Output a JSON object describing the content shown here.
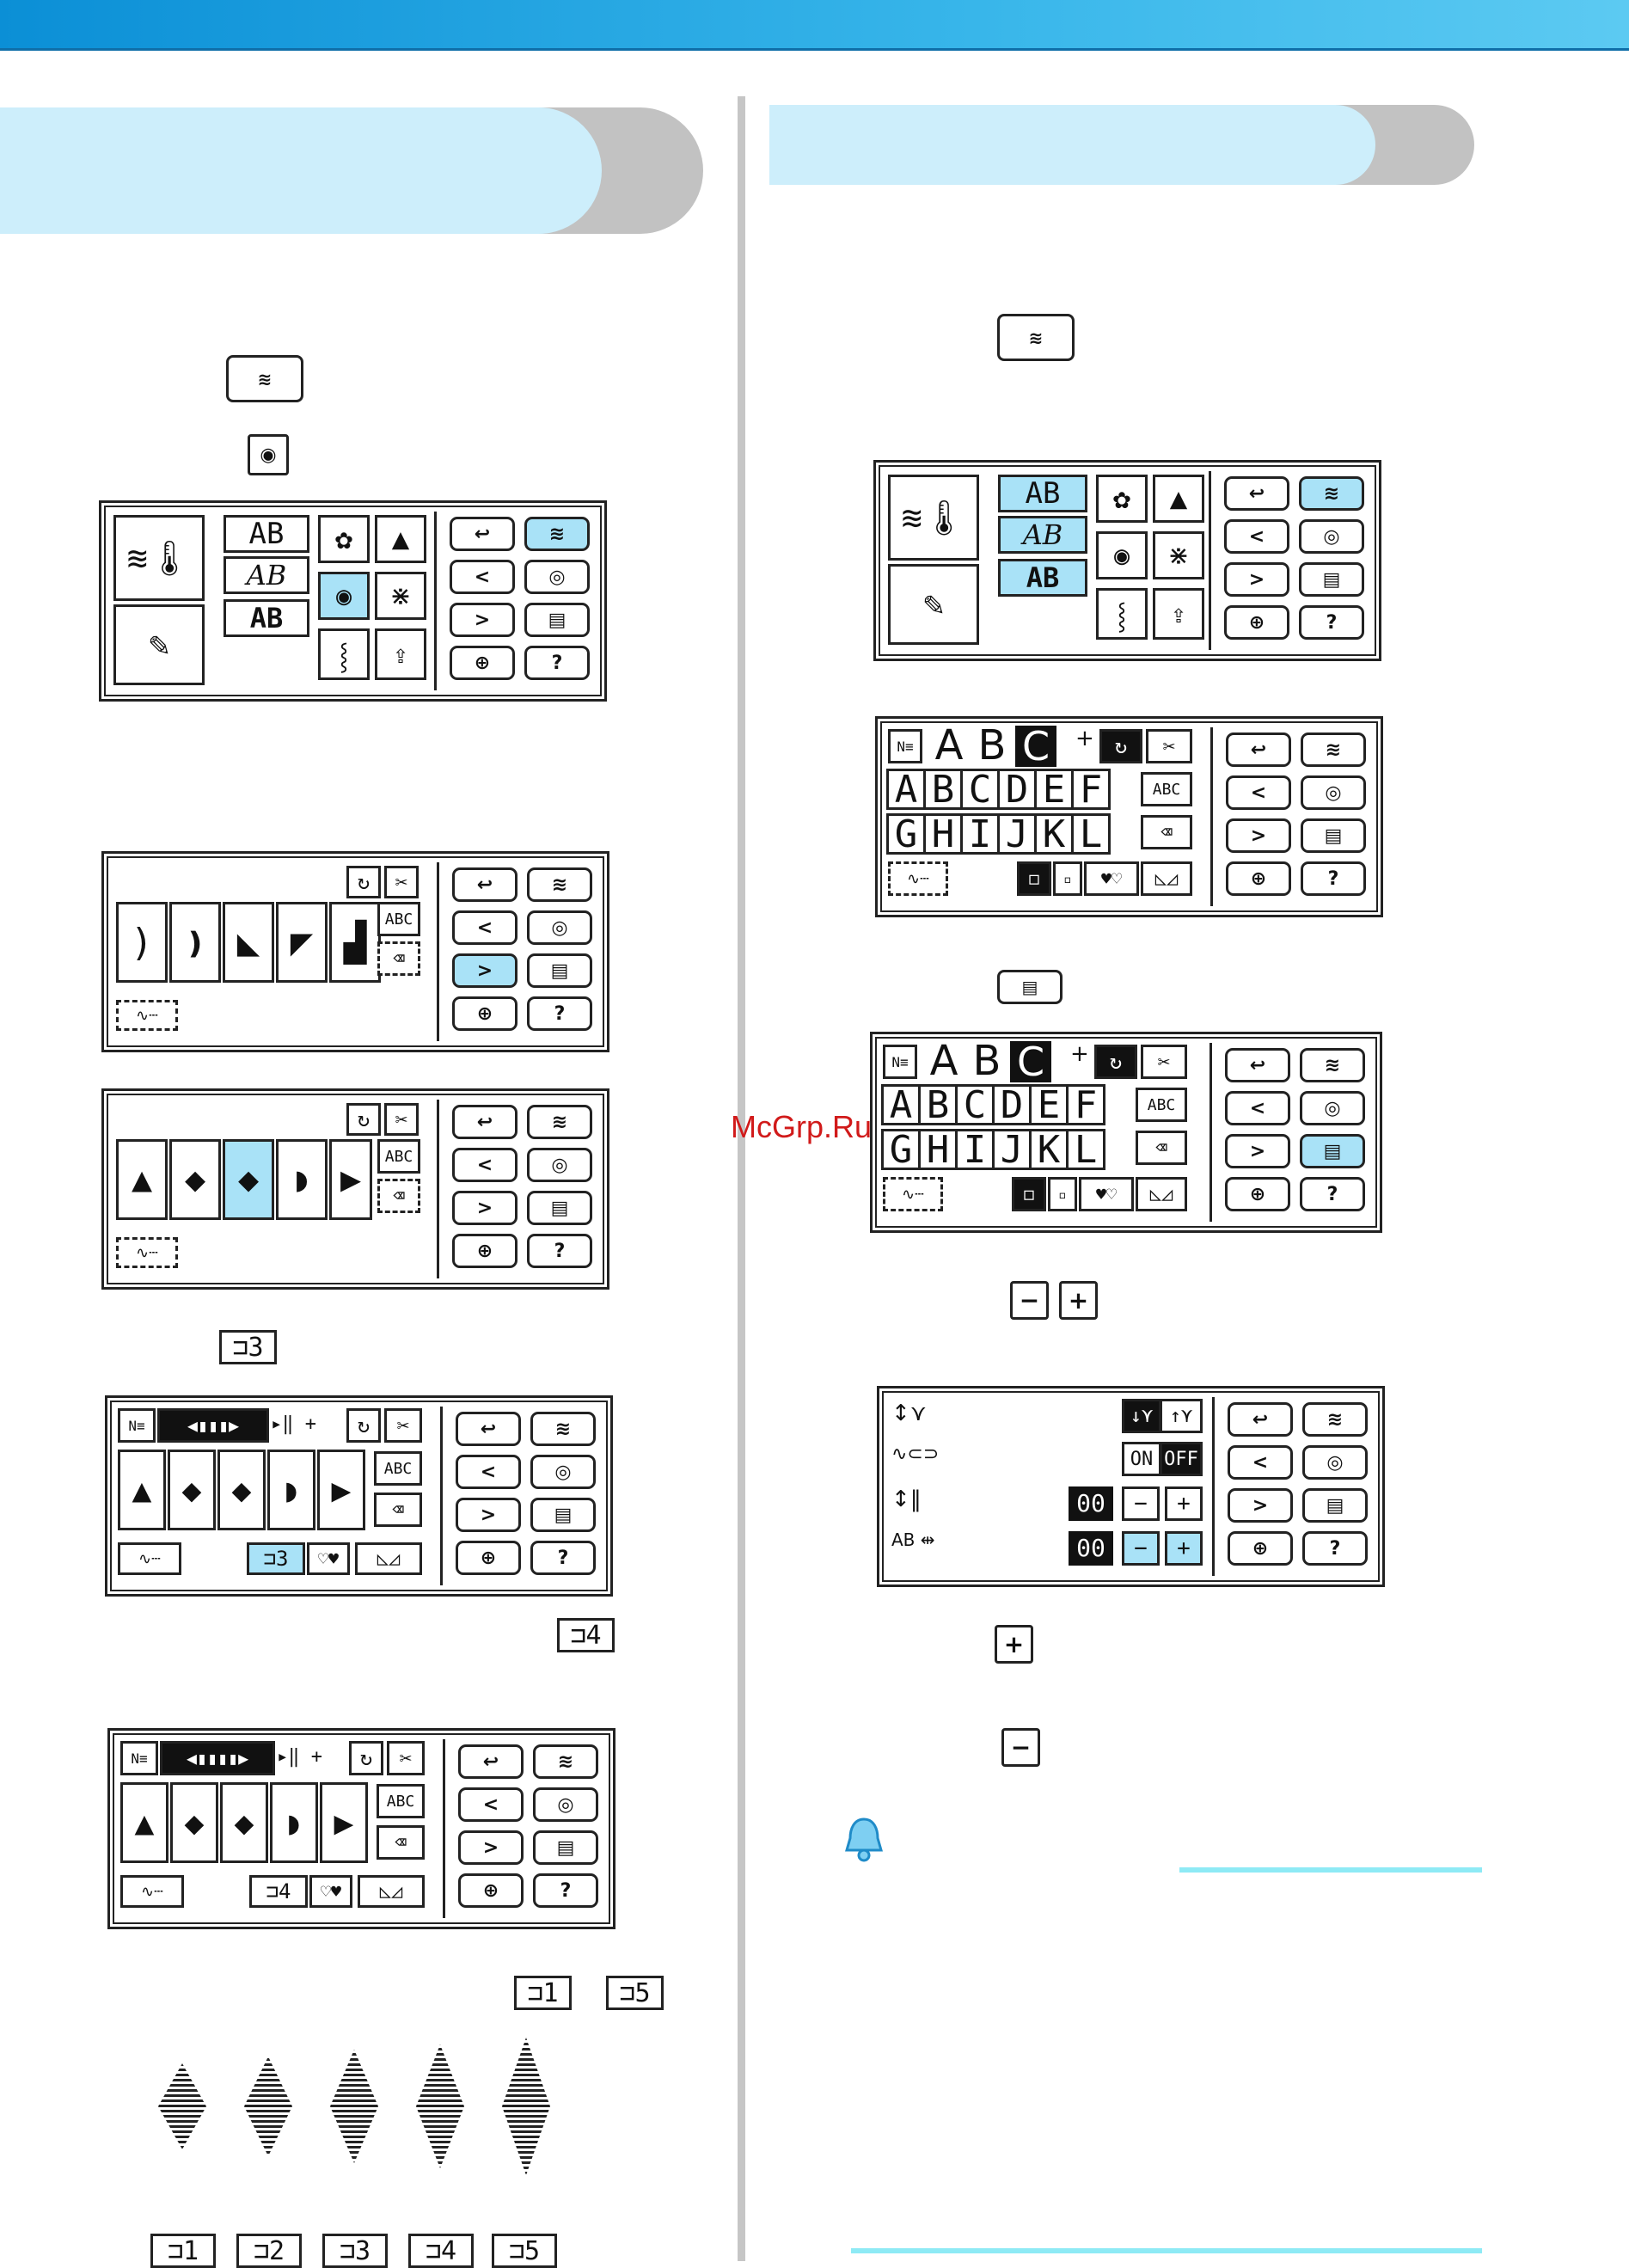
{
  "watermark": "McGrp.Ru",
  "lcd": {
    "keys": {
      "back": "↩",
      "prev": "<",
      "next": ">",
      "memory": "⊕",
      "mode": "≋",
      "embroidery": "◎",
      "settings": "▤",
      "help": "?"
    },
    "letters_row1": [
      "A",
      "B",
      "C"
    ],
    "letters_row2": [
      "A",
      "B",
      "C",
      "D",
      "E",
      "F"
    ],
    "letters_row3": [
      "G",
      "H",
      "I",
      "J",
      "K",
      "L"
    ],
    "abc_label": "ABC",
    "on_label": "ON",
    "off_label": "OFF",
    "value_00": "00",
    "minus": "−",
    "plus": "+",
    "font_style_1": "AB",
    "font_style_2": "AB",
    "font_style_3": "AB"
  },
  "length_keys": {
    "len3": "3",
    "len4": "4",
    "len1": "1",
    "len5": "5"
  },
  "length_row": [
    "1",
    "2",
    "3",
    "4",
    "5"
  ],
  "inline_keys": {
    "minus": "−",
    "plus": "+"
  }
}
